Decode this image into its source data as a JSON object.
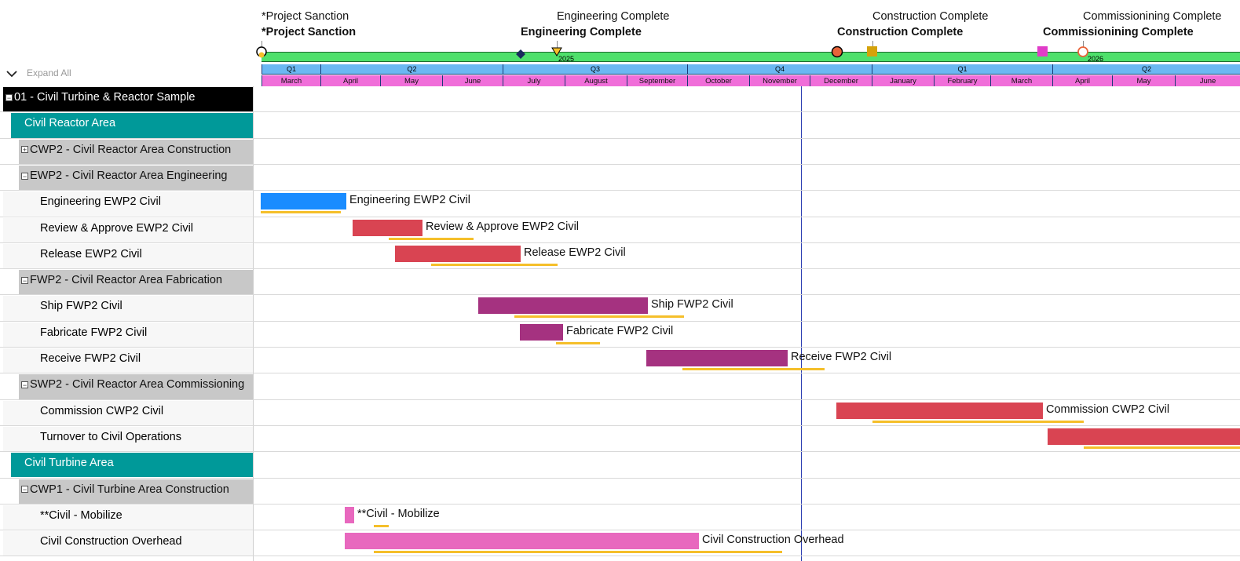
{
  "milestones": [
    {
      "label": "*Project Sanction",
      "bold_label": "*Project Sanction",
      "marker": "circle-marker",
      "color": "#f5bf2a"
    },
    {
      "label": "Engineering Complete",
      "bold_label": "Engineering Complete",
      "marker": "triangle-marker",
      "color": "#f5bf2a"
    },
    {
      "label": "Construction Complete",
      "bold_label": "Construction Complete",
      "marker": "circle-marker",
      "color": "#e8643a"
    },
    {
      "label": "Commissionining Complete",
      "bold_label": "Commissionining Complete",
      "marker": "circle-marker",
      "color": "#ffffff"
    }
  ],
  "timeline": {
    "years": [
      "2025",
      "2026"
    ],
    "quarters": [
      "Q1",
      "Q2",
      "Q3",
      "Q4",
      "Q1",
      "Q2"
    ],
    "months": [
      "March",
      "April",
      "May",
      "June",
      "July",
      "August",
      "September",
      "October",
      "November",
      "December",
      "January",
      "February",
      "March",
      "April",
      "May",
      "June"
    ],
    "band_color": "#4ee06b",
    "quarter_color": "#6bb8f2",
    "month_color": "#f06ed9"
  },
  "toolbar": {
    "expand_all": "Expand All"
  },
  "rows": [
    {
      "label": "01 - Civil Turbine & Reactor Sample",
      "type": "project",
      "toggle": "−"
    },
    {
      "label": "Civil Reactor Area",
      "type": "area"
    },
    {
      "label": "CWP2 - Civil Reactor Area Construction",
      "type": "package",
      "toggle": "+"
    },
    {
      "label": "EWP2 - Civil Reactor Area Engineering",
      "type": "package",
      "toggle": "−"
    },
    {
      "label": "Engineering EWP2 Civil",
      "type": "task",
      "bar_label": "Engineering EWP2 Civil",
      "color": "#1a8cff"
    },
    {
      "label": "Review & Approve EWP2 Civil",
      "type": "task",
      "bar_label": "Review & Approve EWP2 Civil",
      "color": "#d94452"
    },
    {
      "label": "Release EWP2 Civil",
      "type": "task",
      "bar_label": "Release EWP2 Civil",
      "color": "#d94452"
    },
    {
      "label": "FWP2 - Civil Reactor Area Fabrication",
      "type": "package",
      "toggle": "−"
    },
    {
      "label": "Ship FWP2 Civil",
      "type": "task",
      "bar_label": "Ship FWP2 Civil",
      "color": "#a53280"
    },
    {
      "label": "Fabricate FWP2 Civil",
      "type": "task",
      "bar_label": "Fabricate FWP2 Civil",
      "color": "#a53280"
    },
    {
      "label": "Receive FWP2 Civil",
      "type": "task",
      "bar_label": "Receive FWP2 Civil",
      "color": "#a53280"
    },
    {
      "label": "SWP2 - Civil Reactor Area Commissioning",
      "type": "package",
      "toggle": "−"
    },
    {
      "label": "Commission CWP2 Civil",
      "type": "task",
      "bar_label": "Commission CWP2 Civil",
      "color": "#d94452"
    },
    {
      "label": "Turnover to Civil Operations",
      "type": "task",
      "bar_label": "",
      "color": "#d94452"
    },
    {
      "label": "Civil Turbine Area",
      "type": "area"
    },
    {
      "label": "CWP1 - Civil Turbine Area Construction",
      "type": "package",
      "toggle": "−"
    },
    {
      "label": "**Civil - Mobilize",
      "type": "task",
      "bar_label": "**Civil - Mobilize",
      "color": "#e868be"
    },
    {
      "label": "Civil Construction Overhead",
      "type": "task",
      "bar_label": "Civil Construction Overhead",
      "color": "#e868be"
    }
  ],
  "baseline_color": "#f5bf2a"
}
